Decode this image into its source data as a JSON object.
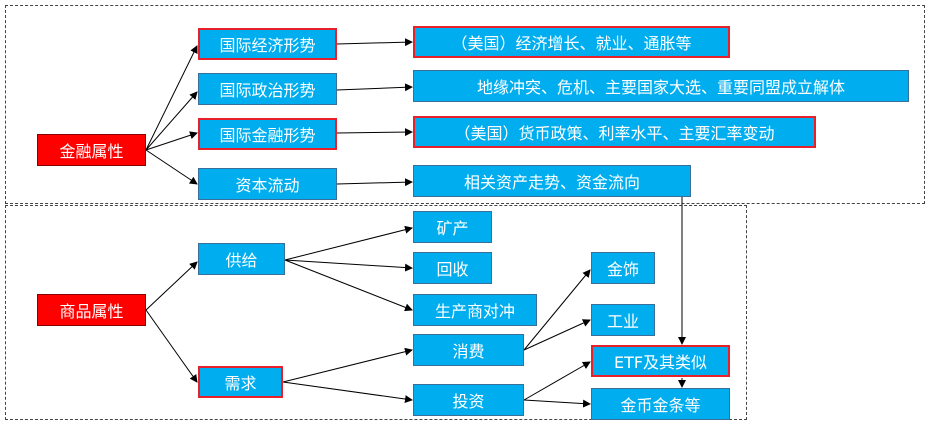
{
  "diagram": {
    "financial": {
      "root": "金融属性",
      "factors": [
        "国际经济形势",
        "国际政治形势",
        "国际金融形势",
        "资本流动"
      ],
      "details": [
        "（美国）经济增长、就业、通胀等",
        "地缘冲突、危机、主要国家大选、重要同盟成立解体",
        "（美国）货币政策、利率水平、主要汇率变动",
        "相关资产走势、资金流向"
      ]
    },
    "commodity": {
      "root": "商品属性",
      "supply": "供给",
      "supply_items": [
        "矿产",
        "回收",
        "生产商对冲"
      ],
      "demand": "需求",
      "demand_items": [
        "消费",
        "投资"
      ],
      "end_items": [
        "金饰",
        "工业",
        "ETF及其类似",
        "金币金条等"
      ]
    }
  }
}
